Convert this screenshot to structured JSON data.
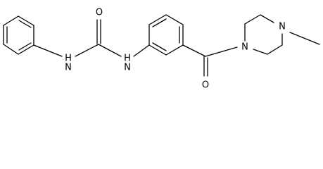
{
  "molecule": {
    "atoms": {
      "carbonyl_oxygen_urea": "O",
      "amide_nitrogen_left": "H",
      "amide_nitrogen_left_n": "N",
      "amide_nitrogen_right": "H",
      "amide_nitrogen_right_n": "N",
      "carbonyl_oxygen_ketone": "O",
      "piperazine_nitrogen_1": "N",
      "piperazine_nitrogen_4": "N"
    }
  }
}
